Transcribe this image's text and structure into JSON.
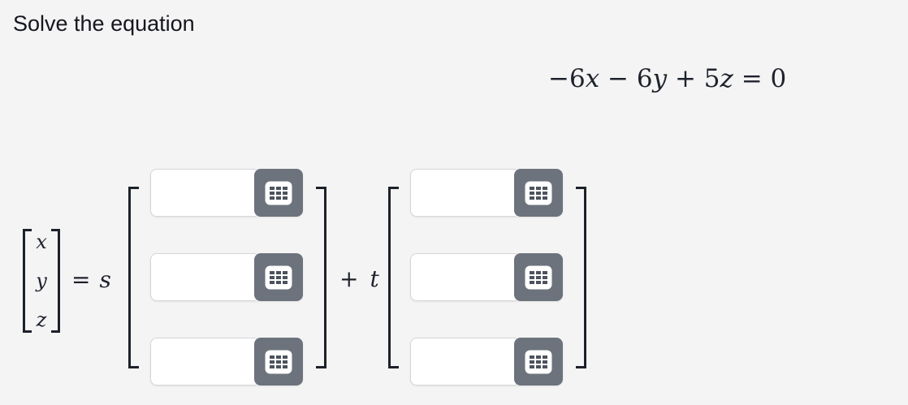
{
  "page": {
    "title": "Solve the equation"
  },
  "equation": {
    "tokens": [
      {
        "text": "−6"
      },
      {
        "text": "x"
      },
      {
        "text": " − 6"
      },
      {
        "text": "y"
      },
      {
        "text": " + 5"
      },
      {
        "text": "z"
      },
      {
        "text": " = 0"
      }
    ]
  },
  "solution": {
    "vector_entries": [
      "x",
      "y",
      "z"
    ],
    "equals_sign": "=",
    "scalar_s": "s",
    "plus_sign": "+",
    "scalar_t": "t",
    "columns": [
      {
        "name": "s-direction-vector",
        "cells": [
          {
            "value": ""
          },
          {
            "value": ""
          },
          {
            "value": ""
          }
        ]
      },
      {
        "name": "t-direction-vector",
        "cells": [
          {
            "value": ""
          },
          {
            "value": ""
          },
          {
            "value": ""
          }
        ]
      }
    ]
  },
  "icons": {
    "keypad": "keypad-icon"
  },
  "colors": {
    "background": "#f4f4f4",
    "title_text": "#15161f",
    "math_text": "#1e222c",
    "bracket": "#1d2129",
    "input_border": "#d6d6da",
    "button_bg": "#6c737d",
    "icon_dot": "#4c535d"
  }
}
